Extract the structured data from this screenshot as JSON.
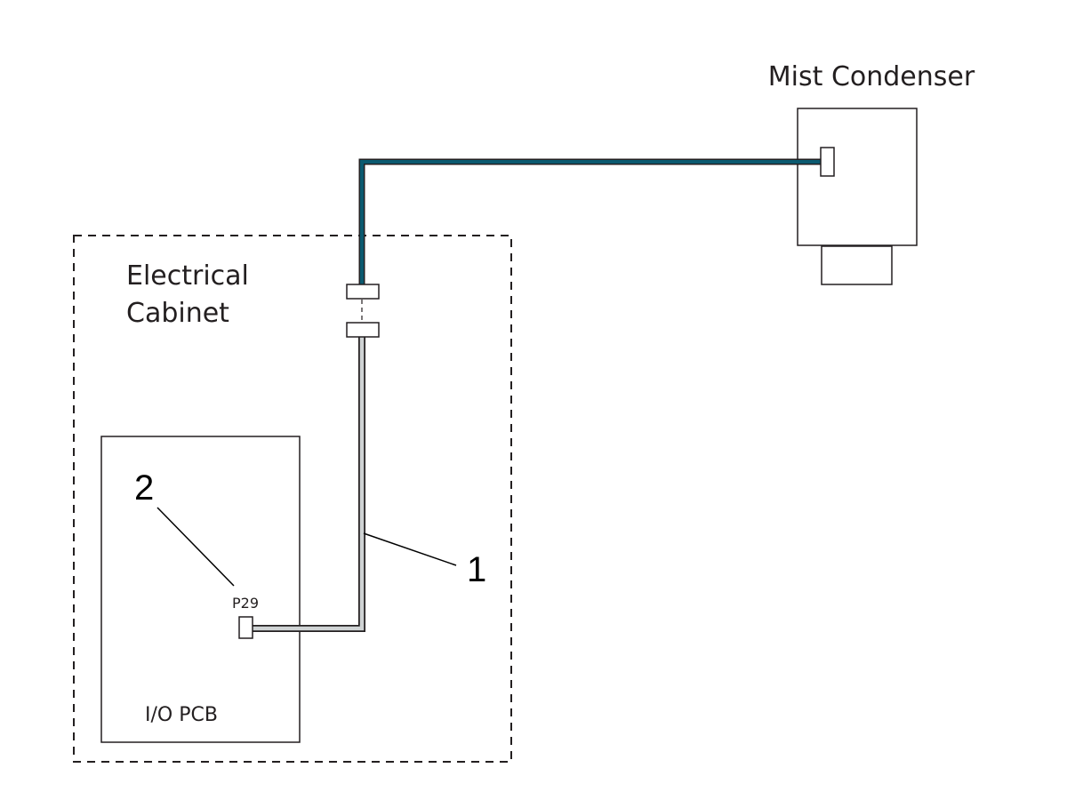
{
  "labels": {
    "mist_condenser": "Mist Condenser",
    "electrical_cabinet_line1": "Electrical",
    "electrical_cabinet_line2": "Cabinet",
    "io_pcb": "I/O PCB",
    "connector": "P29"
  },
  "callouts": {
    "cable": "1",
    "connector": "2"
  },
  "colors": {
    "cable_external": "#0b5a70",
    "cable_internal": "#cfd3d4",
    "outline": "#231f20"
  }
}
